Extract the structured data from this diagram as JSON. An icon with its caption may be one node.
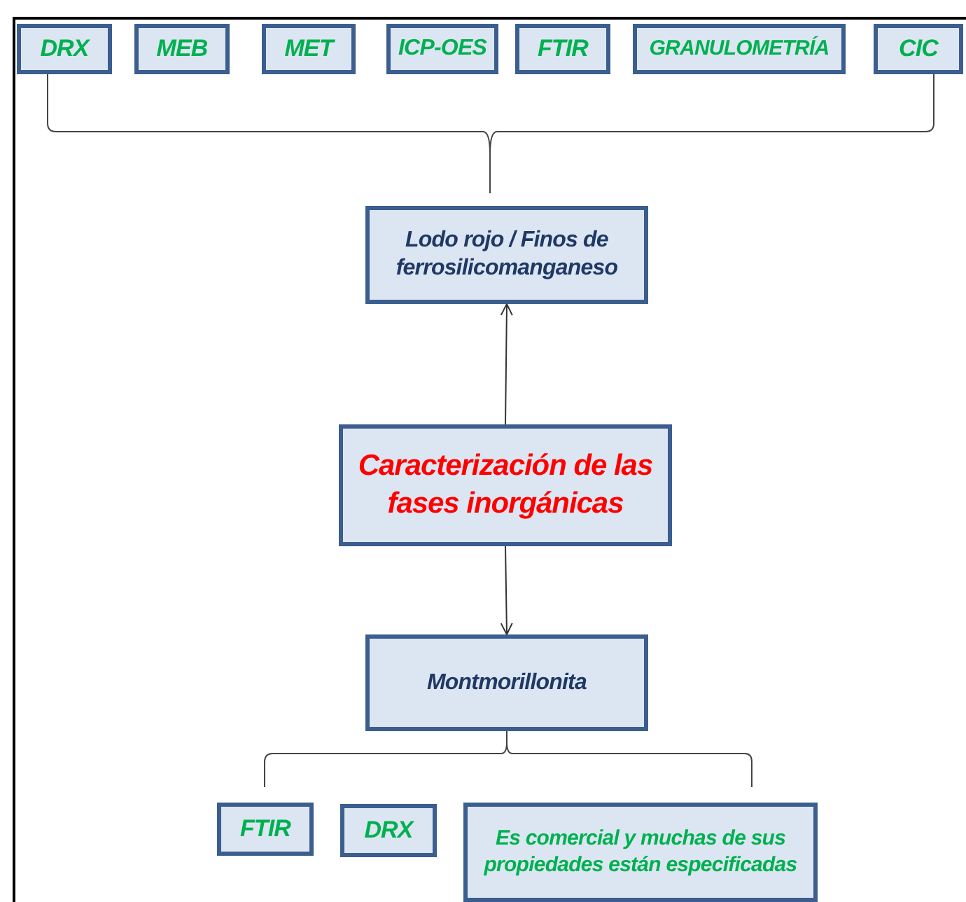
{
  "diagram": {
    "nodes": [
      {
        "text": [
          "DRX"
        ]
      },
      {
        "text": [
          "MEB"
        ]
      },
      {
        "text": [
          "MET"
        ]
      },
      {
        "text": [
          "ICP-OES"
        ]
      },
      {
        "text": [
          "FTIR"
        ]
      },
      {
        "text": [
          "GRANULOMETRÍA"
        ]
      },
      {
        "text": [
          "CIC"
        ]
      },
      {
        "text": [
          "Lodo rojo / Finos de ferrosilicomanganeso"
        ]
      },
      {
        "text": [
          "Caracterización de las fases inorgánicas"
        ]
      },
      {
        "text": [
          "Montmorillonita"
        ]
      },
      {
        "text": [
          "FTIR"
        ]
      },
      {
        "text": [
          "DRX"
        ]
      },
      {
        "text": [
          "Es comercial y muchas de sus propiedades están especificadas"
        ]
      }
    ],
    "edges": [
      {
        "from": 8,
        "to": 7,
        "arrow": "to"
      },
      {
        "from": 8,
        "to": 9,
        "arrow": "to"
      }
    ]
  }
}
